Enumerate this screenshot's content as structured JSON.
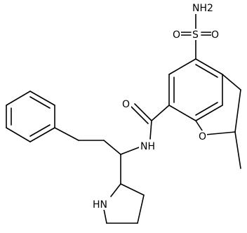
{
  "molecule": {
    "atoms": {
      "nh2": "NH2",
      "sulfur": "S",
      "sulfonyl_o_left": "O",
      "sulfonyl_o_right": "O",
      "amide_o": "O",
      "amide_nh": "NH",
      "furan_o": "O",
      "pyrrolidine_nh": "HN"
    }
  }
}
